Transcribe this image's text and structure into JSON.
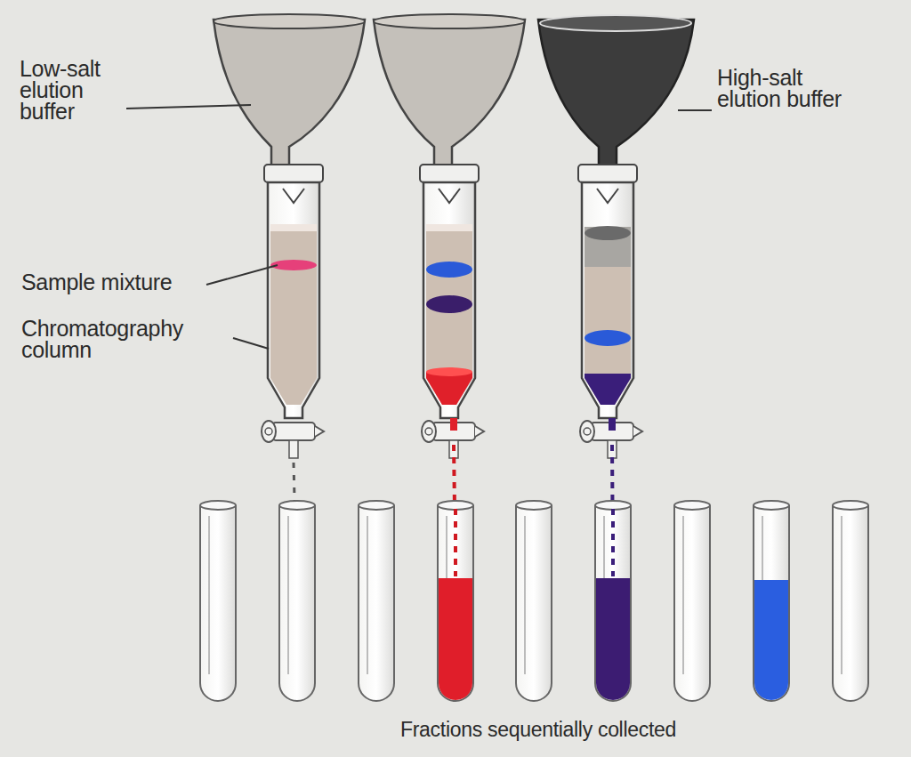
{
  "diagram": {
    "caption": "Fractions sequentially collected",
    "labels": [
      "Low-salt elution buffer",
      "High-salt elution buffer",
      "Sample mixture",
      "Chromatography column"
    ]
  }
}
